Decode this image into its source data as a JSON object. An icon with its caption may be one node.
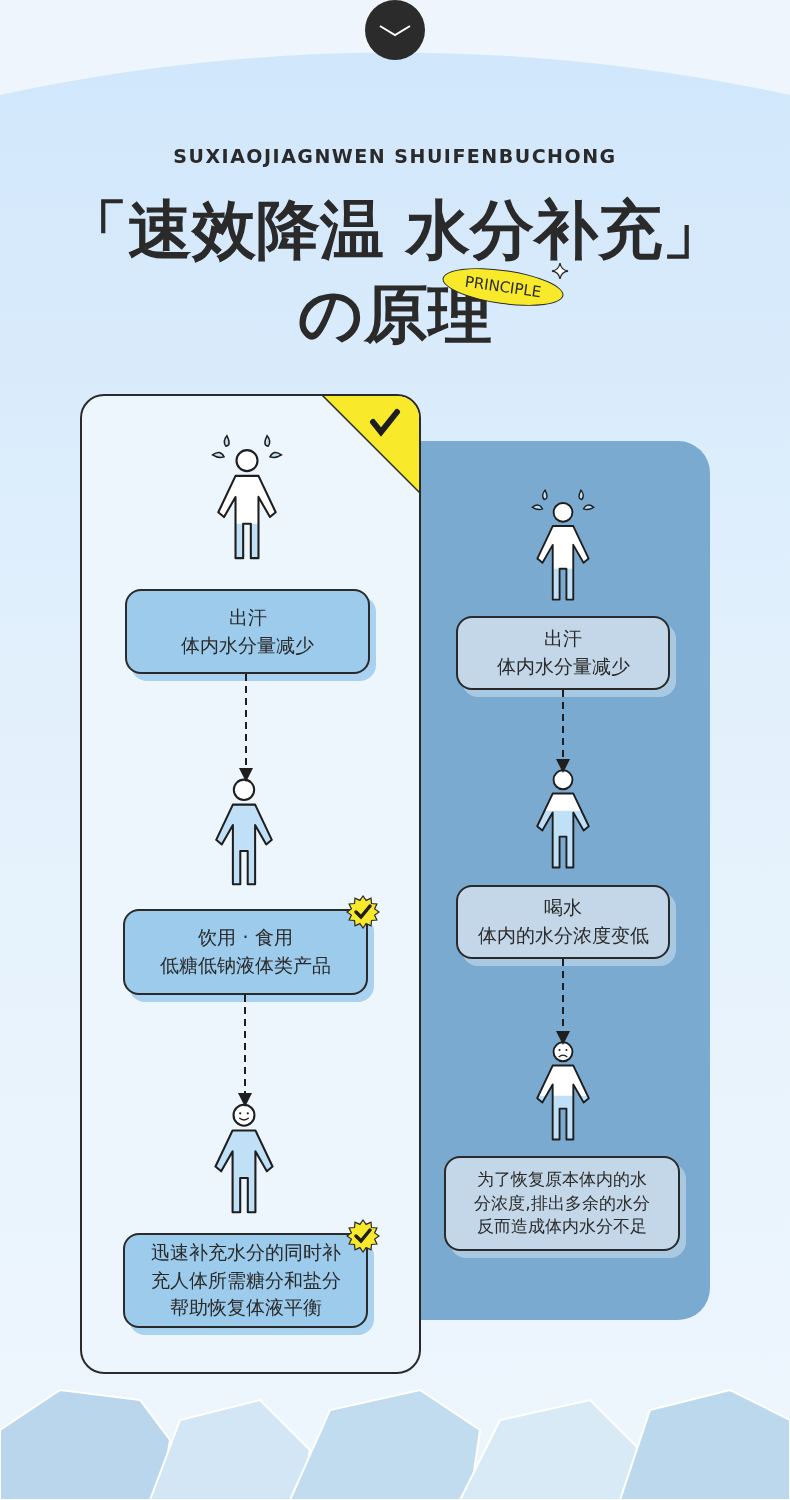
{
  "diagram": {
    "title": "「速效降温 水分补充」の原理",
    "nodes": [
      {
        "text": [],
        "shape": "box"
      },
      {
        "text": [],
        "shape": "person",
        "in": 0
      },
      {
        "text": [
          "出汗",
          "体内水分量减少"
        ],
        "in": 0
      },
      {
        "text": [],
        "shape": "person",
        "in": 0
      },
      {
        "text": [
          "饮用 · 食用",
          "低糖低钠液体类产品"
        ],
        "in": 0
      },
      {
        "text": [],
        "shape": "person",
        "in": 0
      },
      {
        "text": [
          "迅速补充水分的同时补充人体所需糖分和盐分帮助恢复体液平衡"
        ],
        "in": 0
      },
      {
        "text": [],
        "shape": "box"
      },
      {
        "text": [],
        "shape": "person",
        "in": 7
      },
      {
        "text": [
          "出汗",
          "体内水分量减少"
        ],
        "in": 7
      },
      {
        "text": [],
        "shape": "person",
        "in": 7
      },
      {
        "text": [
          "喝水",
          "体内的水分浓度变低"
        ],
        "in": 7
      },
      {
        "text": [],
        "shape": "person",
        "in": 7
      },
      {
        "text": [
          "为了恢复原本体内的水分浓度,排出多余的水分反而造成体内水分不足"
        ],
        "in": 7
      }
    ],
    "edges": [
      {
        "from": 2,
        "to": 3,
        "arrow": "to",
        "style": "dashed"
      },
      {
        "from": 4,
        "to": 5,
        "arrow": "to",
        "style": "dashed"
      },
      {
        "from": 9,
        "to": 10,
        "arrow": "to",
        "style": "dashed"
      },
      {
        "from": 11,
        "to": 12,
        "arrow": "to",
        "style": "dashed"
      }
    ],
    "labels": [
      "SUXIAOJIAGNWEN SHUIFENBUCHONG",
      "PRINCIPLE"
    ]
  }
}
